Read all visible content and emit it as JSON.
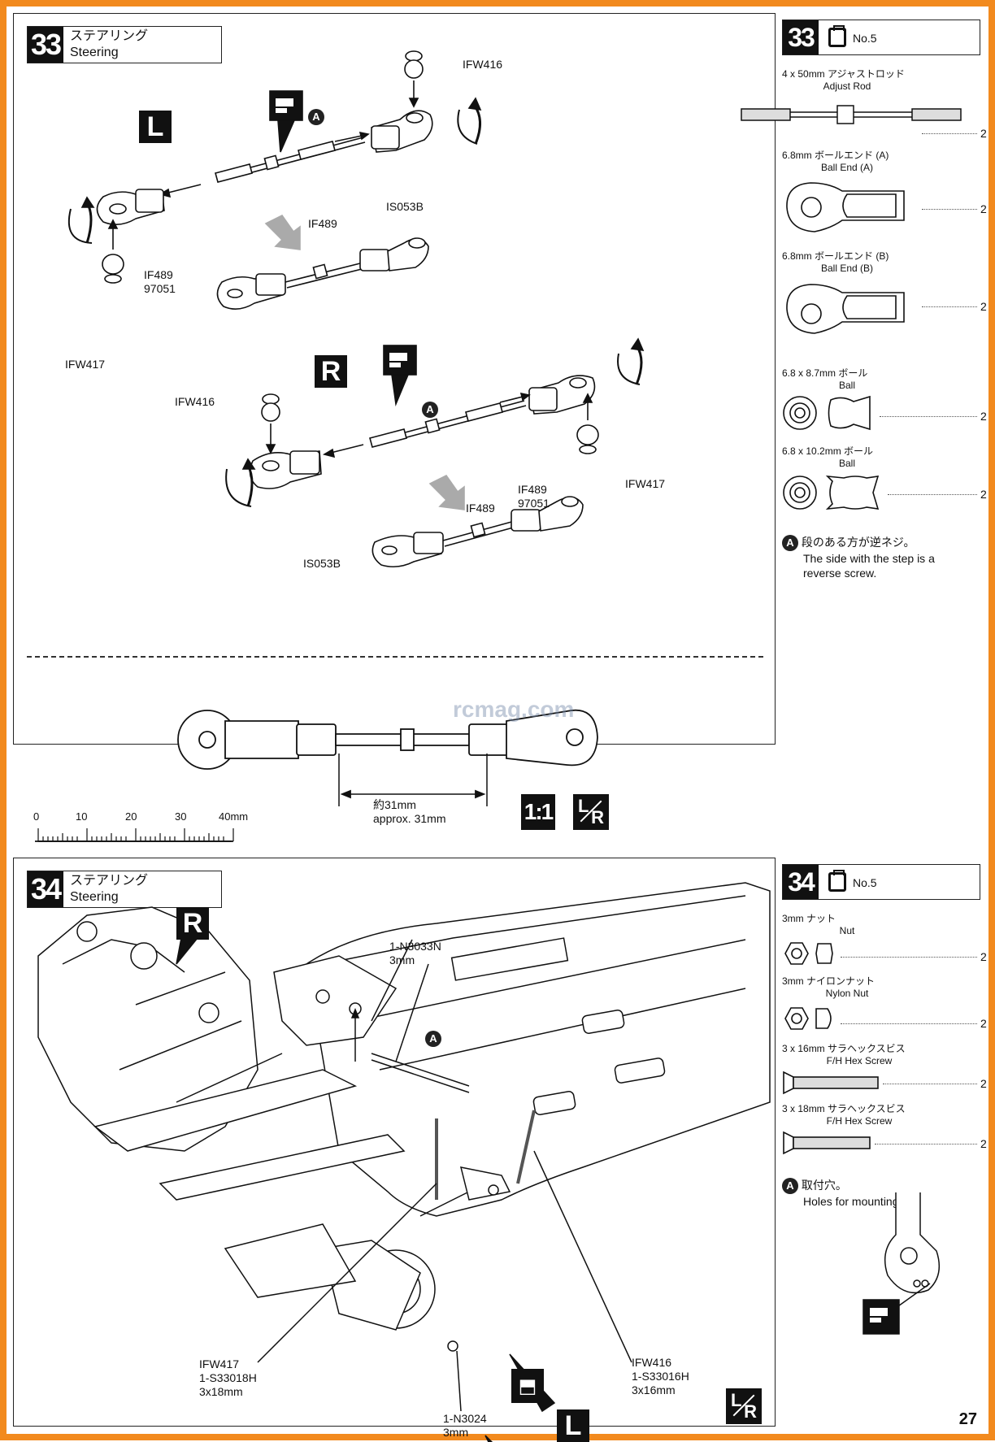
{
  "step33": {
    "number": "33",
    "title_jp": "ステアリング",
    "title_en": "Steering",
    "side_left": "L",
    "side_right": "R",
    "mark_a": "A",
    "labels": {
      "ifw416_top": "IFW416",
      "is053b_top": "IS053B",
      "if489_top": "IF489",
      "if489_97051_left_a": "IF489",
      "if489_97051_left_b": "97051",
      "ifw417_left": "IFW417",
      "ifw416_right": "IFW416",
      "if489_right": "IF489",
      "if489_97051_right_a": "IF489",
      "if489_97051_right_b": "97051",
      "ifw417_right": "IFW417",
      "is053b_right": "IS053B"
    },
    "measure_jp": "約31mm",
    "measure_en": "approx. 31mm",
    "scale_ticks": [
      "0",
      "10",
      "20",
      "30",
      "40mm"
    ],
    "scale_badge": "1:1",
    "lr_badge_l": "L",
    "lr_badge_r": "R"
  },
  "side33": {
    "number": "33",
    "bag": "No.5",
    "parts": [
      {
        "jp": "4 x 50mm  アジャストロッド",
        "en": "Adjust Rod",
        "qty": "2"
      },
      {
        "jp": "6.8mm  ボールエンド (A)",
        "en": "Ball End (A)",
        "qty": "2"
      },
      {
        "jp": "6.8mm  ボールエンド (B)",
        "en": "Ball End (B)",
        "qty": "2"
      },
      {
        "jp": "6.8 x 8.7mm  ボール",
        "en": "Ball",
        "qty": "2"
      },
      {
        "jp": "6.8 x 10.2mm  ボール",
        "en": "Ball",
        "qty": "2"
      }
    ],
    "note_mark": "A",
    "note_jp": "段のある方が逆ネジ。",
    "note_en_1": "The side with the step is a",
    "note_en_2": "reverse screw."
  },
  "step34": {
    "number": "34",
    "title_jp": "ステアリング",
    "title_en": "Steering",
    "side_right": "R",
    "side_left": "L",
    "mark_a": "A",
    "labels": {
      "nut_code": "1-N3033N",
      "nut_size": "3mm",
      "ifw416": "IFW416",
      "screw16": "1-S33016H",
      "screw16_size": "3x16mm",
      "ifw417": "IFW417",
      "screw18": "1-S33018H",
      "screw18_size": "3x18mm",
      "n3024": "1-N3024",
      "n3024_size": "3mm"
    },
    "lr_badge_l": "L",
    "lr_badge_r": "R"
  },
  "side34": {
    "number": "34",
    "bag": "No.5",
    "parts": [
      {
        "jp": "3mm  ナット",
        "en": "Nut",
        "qty": "2"
      },
      {
        "jp": "3mm  ナイロンナット",
        "en": "Nylon Nut",
        "qty": "2"
      },
      {
        "jp": "3 x 16mm  サラヘックスビス",
        "en": "F/H Hex Screw",
        "qty": "2"
      },
      {
        "jp": "3 x 18mm  サラヘックスビス",
        "en": "F/H Hex Screw",
        "qty": "2"
      }
    ],
    "note_mark": "A",
    "note_jp": "取付穴。",
    "note_en": "Holes for mounting."
  },
  "watermark": "rcmag.com",
  "page_number": "27"
}
